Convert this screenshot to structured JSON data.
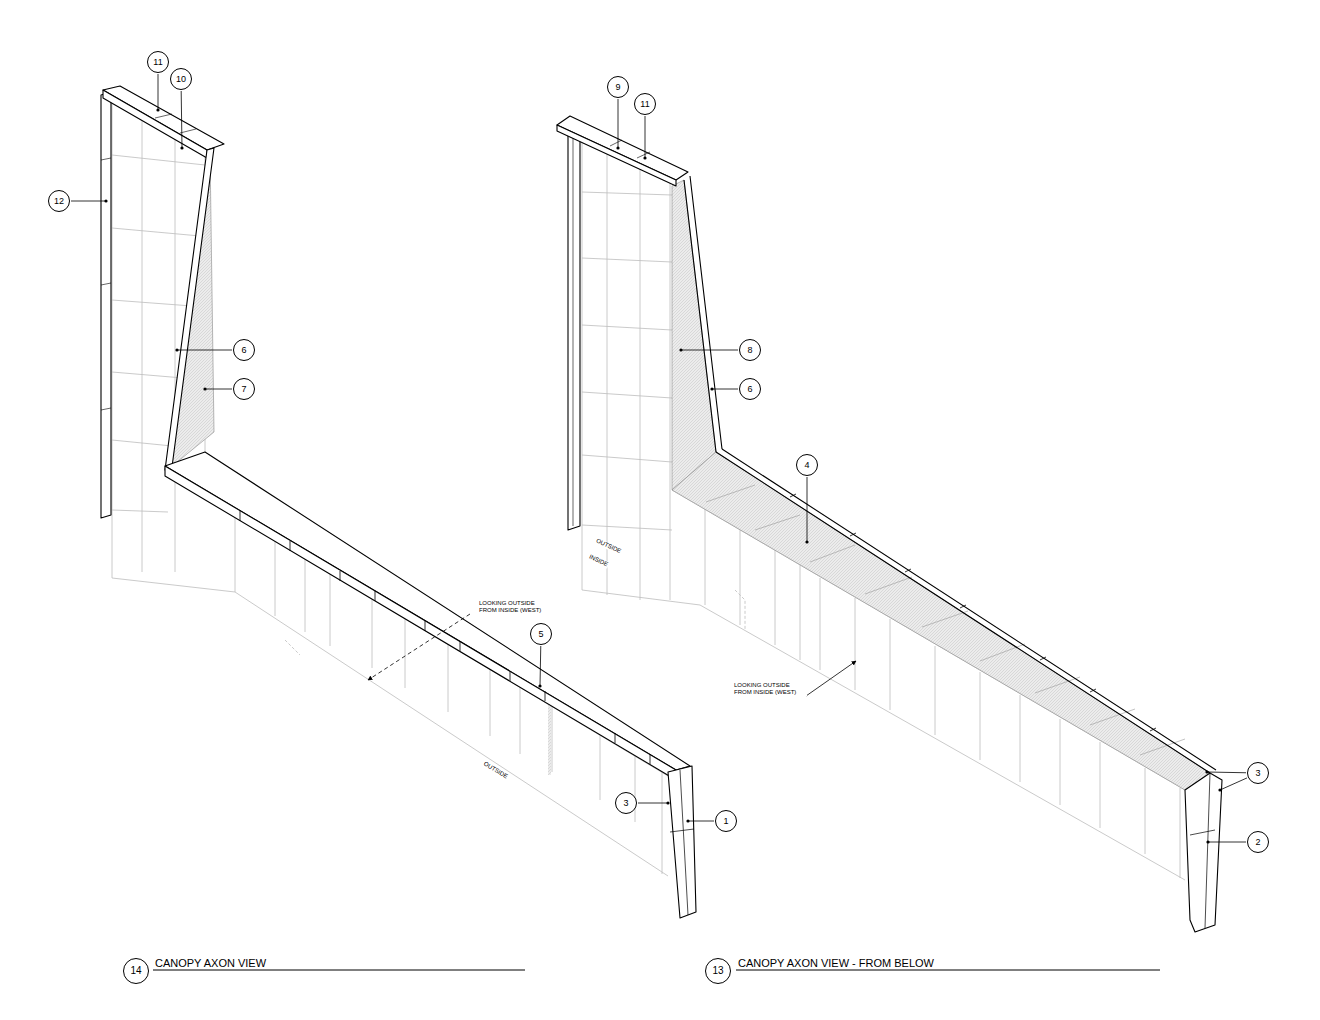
{
  "diagram": {
    "labels": [
      "11",
      "10",
      "12",
      "6",
      "7",
      "5",
      "3",
      "1",
      "LOOKING OUTSIDE FROM INSIDE (WEST)",
      "OUTSIDE",
      "14",
      "CANOPY AXON VIEW",
      "9",
      "11",
      "8",
      "6",
      "4",
      "3",
      "2",
      "OUTSIDE",
      "INSIDE",
      "LOOKING OUTSIDE FROM INSIDE (WEST)",
      "13",
      "CANOPY AXON VIEW - FROM BELOW"
    ]
  }
}
